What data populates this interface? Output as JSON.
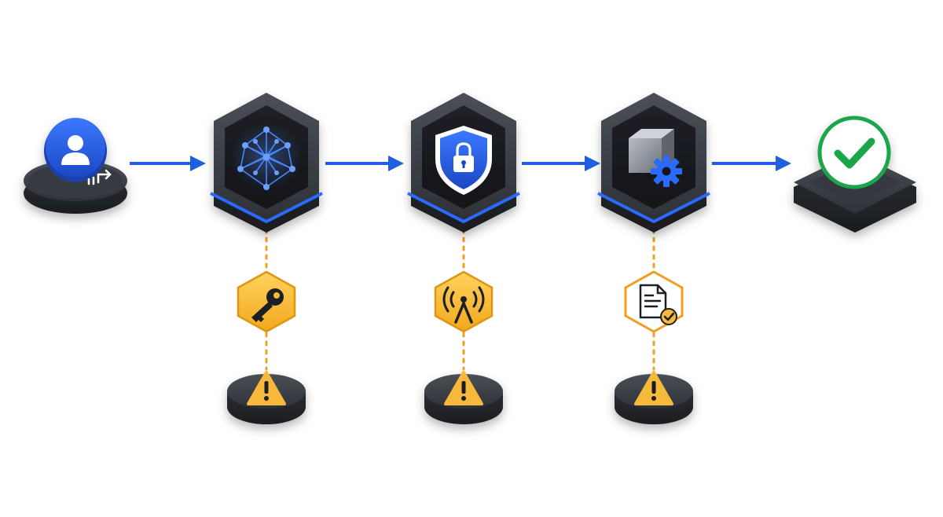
{
  "colors": {
    "background": "#ffffff",
    "flow_arrow": "#1f5fe0",
    "accent_blue": "#2457d6",
    "node_dark": "#2b2e33",
    "node_top": "#3a3e44",
    "risk_link": "#f0a020",
    "risk_fill": "#f6b93b",
    "success_green": "#1aa548"
  },
  "flow": [
    {
      "id": "user",
      "icon": "user-login-icon"
    },
    {
      "id": "network",
      "icon": "network-graph-icon"
    },
    {
      "id": "security",
      "icon": "shield-lock-icon"
    },
    {
      "id": "processing",
      "icon": "cube-gear-icon"
    },
    {
      "id": "complete",
      "icon": "checkmark-icon"
    }
  ],
  "risks": [
    {
      "parent": "network",
      "icon": "key-icon",
      "alert_icon": "warning-icon"
    },
    {
      "parent": "security",
      "icon": "signal-tower-icon",
      "alert_icon": "warning-icon"
    },
    {
      "parent": "processing",
      "icon": "document-check-icon",
      "alert_icon": "warning-icon"
    }
  ]
}
